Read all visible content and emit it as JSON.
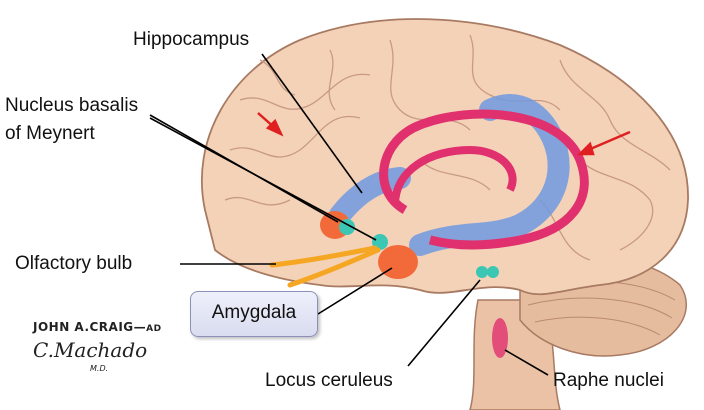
{
  "labels": {
    "hippocampus": "Hippocampus",
    "nucleus_basalis_line1": "Nucleus basalis",
    "nucleus_basalis_line2": "of Meynert",
    "olfactory_bulb": "Olfactory bulb",
    "amygdala": "Amygdala",
    "locus_ceruleus": "Locus ceruleus",
    "raphe_nuclei": "Raphe nuclei"
  },
  "signature": {
    "artist": "JOHN A.CRAIG",
    "artist_suffix": "AD",
    "coartist": "C.Machado",
    "coartist_suffix": "M.D."
  },
  "colors": {
    "brain": "#f3d2b8",
    "sulci": "#c99a82",
    "fornix": "#e0306e",
    "hippocampus": "#6f9ae0",
    "nucleus": "#3cc7b4",
    "amygdala": "#f26a3a",
    "olfactory": "#f5a623",
    "arrow": "#e02020"
  }
}
